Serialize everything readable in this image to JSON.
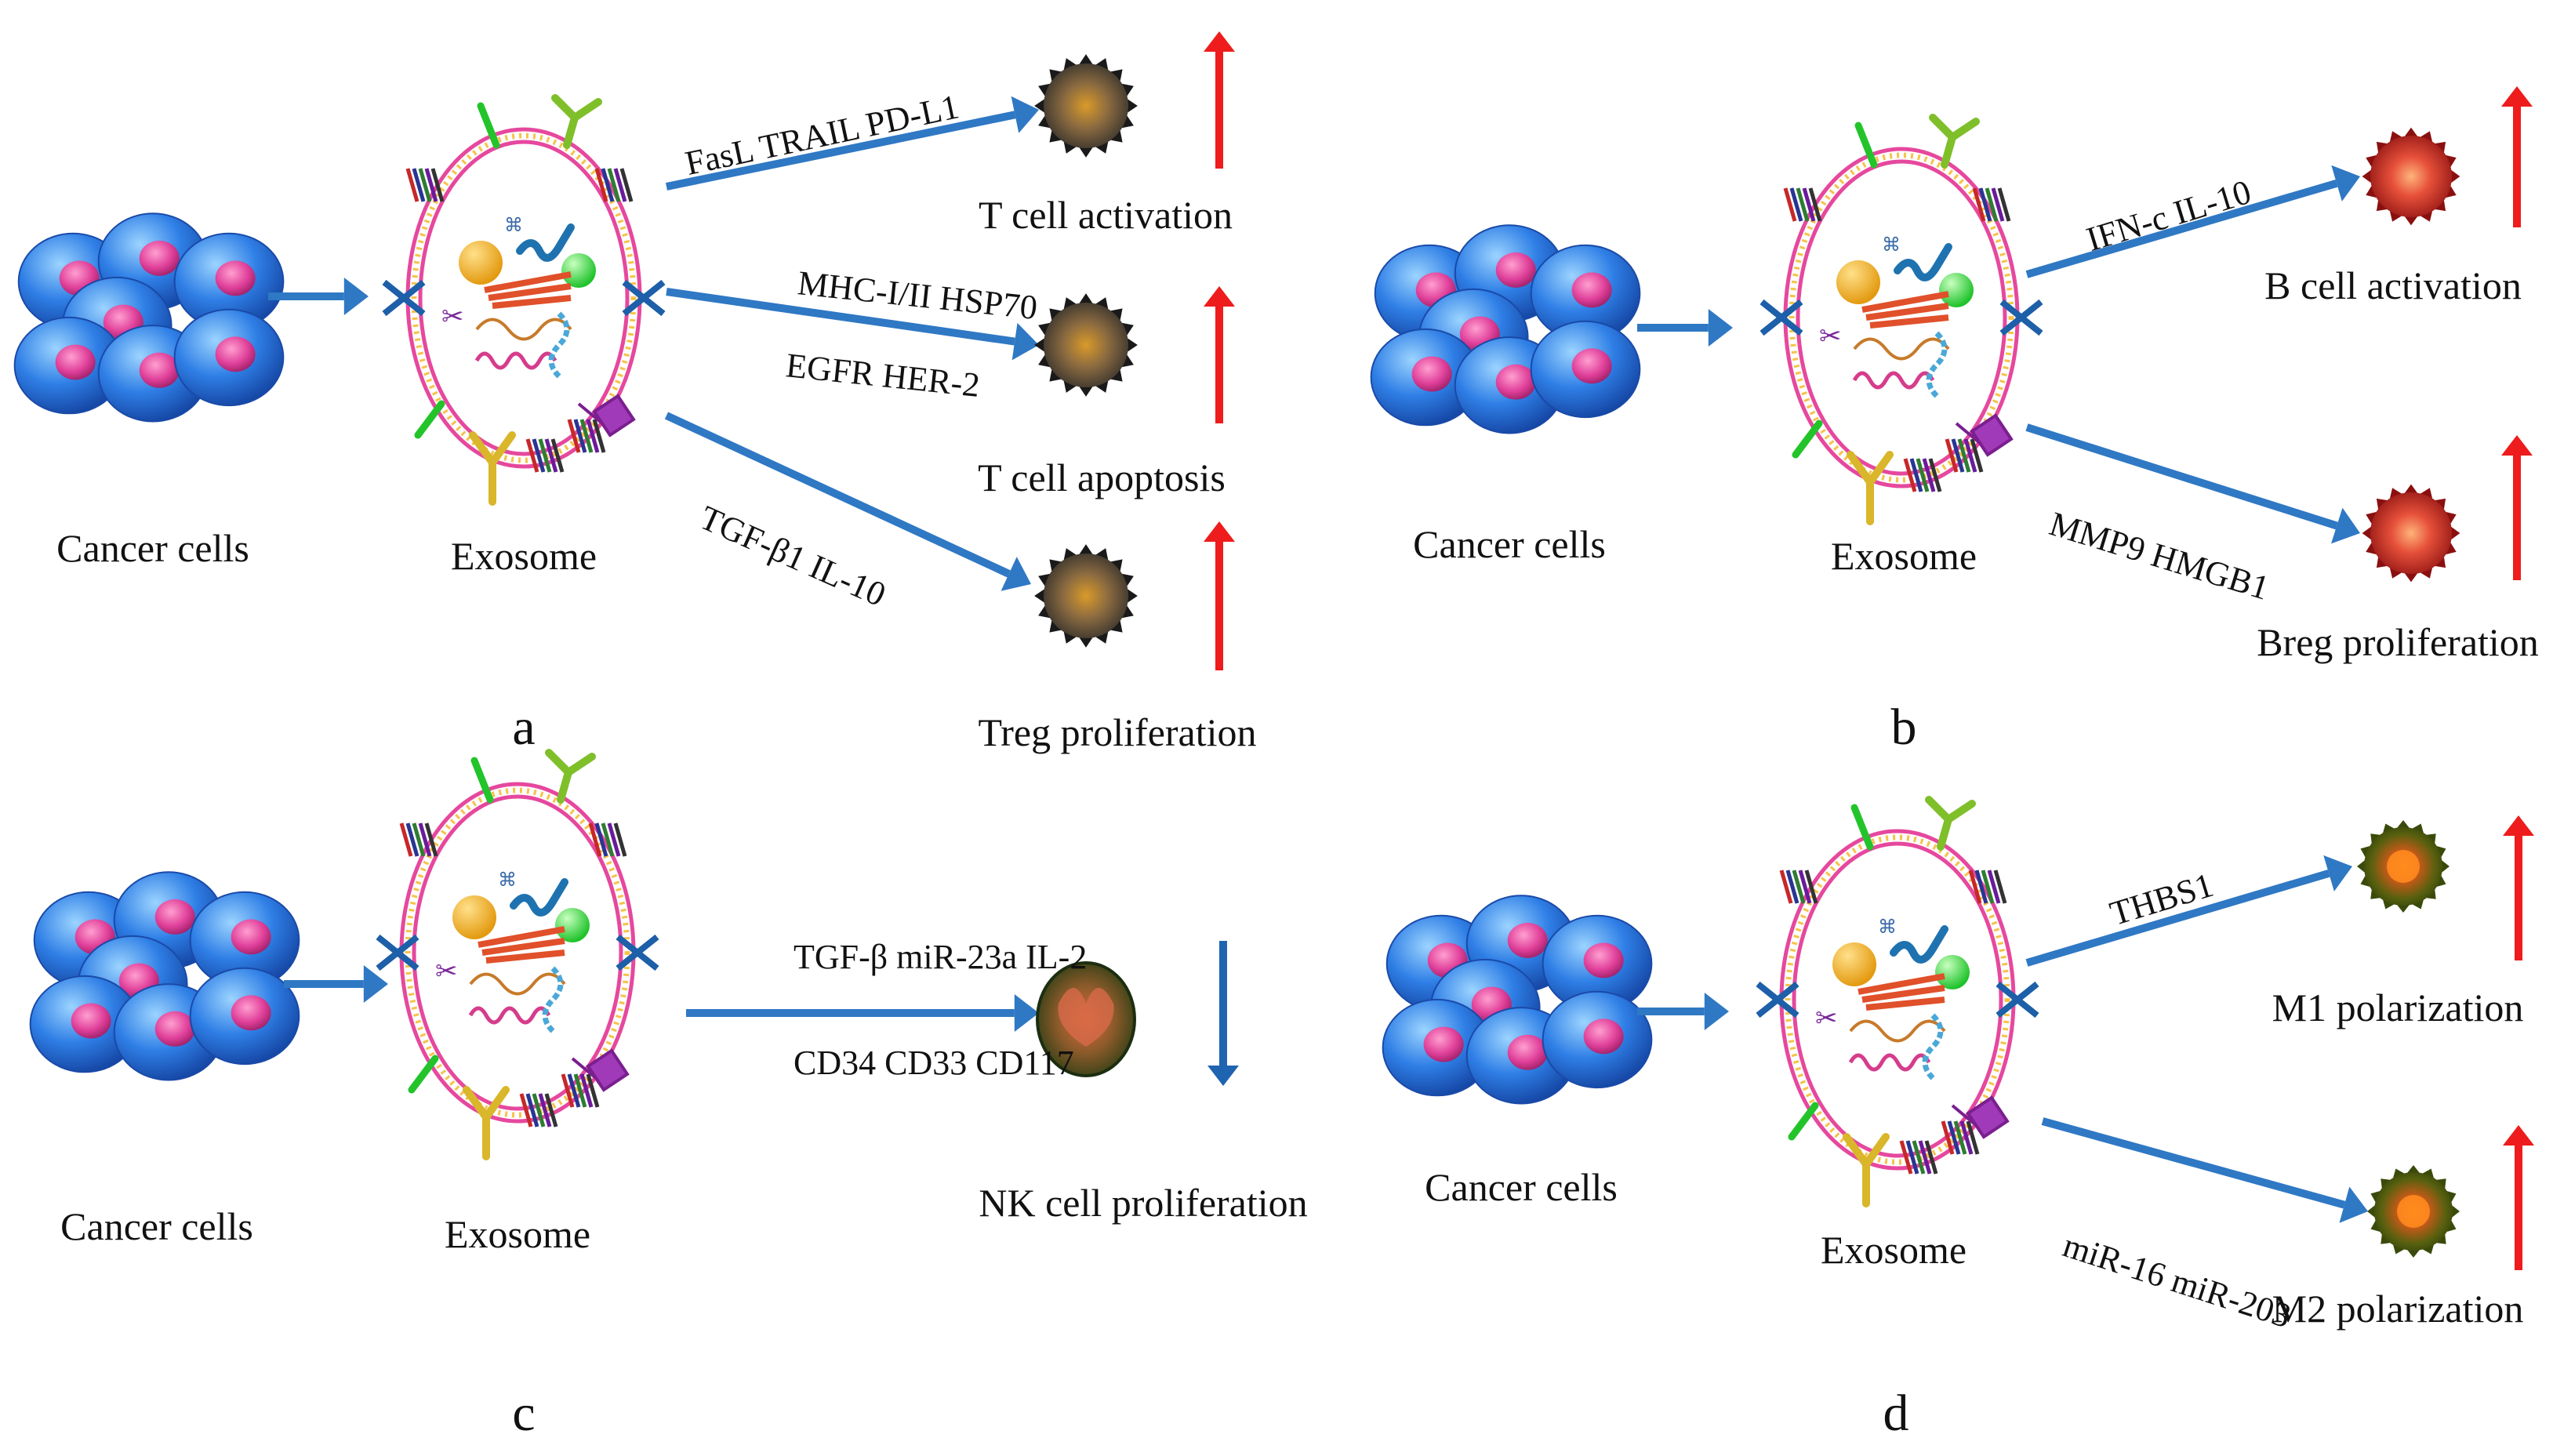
{
  "colors": {
    "arrow_blue": "#2f78c4",
    "up_red": "#ee1c1c",
    "down_blue": "#1f64b0",
    "cell_blue": "#2f7fe6",
    "nucleus_pink": "#e0409a",
    "membrane_pink": "#e6489e",
    "cell_dark": "#7a6a58",
    "cell_red": "#c93a2c",
    "cell_green": "#66591c"
  },
  "panels": [
    {
      "letter": "a",
      "cancer_label": "Cancer cells",
      "exosome_label": "Exosome",
      "arrows": [
        {
          "lines": [
            "FasL TRAIL PD-L1"
          ],
          "target": "T cell activation",
          "cell_icon": "t-cell-icon",
          "change": "up"
        },
        {
          "lines": [
            "MHC-I/II   HSP70",
            "EGFR  HER-2"
          ],
          "target": "T cell apoptosis",
          "cell_icon": "t-cell-icon",
          "change": "up"
        },
        {
          "lines": [
            "TGF-β1 IL-10"
          ],
          "target": "Treg proliferation",
          "cell_icon": "treg-cell-icon",
          "change": "up"
        }
      ]
    },
    {
      "letter": "b",
      "cancer_label": "Cancer cells",
      "exosome_label": "Exosome",
      "arrows": [
        {
          "lines": [
            "IFN-c IL-10"
          ],
          "target": "B cell activation",
          "cell_icon": "b-cell-icon",
          "change": "up"
        },
        {
          "lines": [
            "MMP9 HMGB1"
          ],
          "target": "Breg proliferation",
          "cell_icon": "breg-cell-icon",
          "change": "up"
        }
      ]
    },
    {
      "letter": "c",
      "cancer_label": "Cancer cells",
      "exosome_label": "Exosome",
      "arrows": [
        {
          "lines": [
            "TGF-β miR-23a IL-2",
            "CD34 CD33 CD117"
          ],
          "target": "NK cell proliferation",
          "cell_icon": "nk-cell-icon",
          "change": "down"
        }
      ]
    },
    {
      "letter": "d",
      "cancer_label": "Cancer cells",
      "exosome_label": "Exosome",
      "arrows": [
        {
          "lines": [
            "THBS1"
          ],
          "target": "M1 polarization",
          "cell_icon": "m1-macrophage-icon",
          "change": "up"
        },
        {
          "lines": [
            "miR-16 miR-203"
          ],
          "target": "M2 polarization",
          "cell_icon": "m2-macrophage-icon",
          "change": "up"
        }
      ]
    }
  ]
}
